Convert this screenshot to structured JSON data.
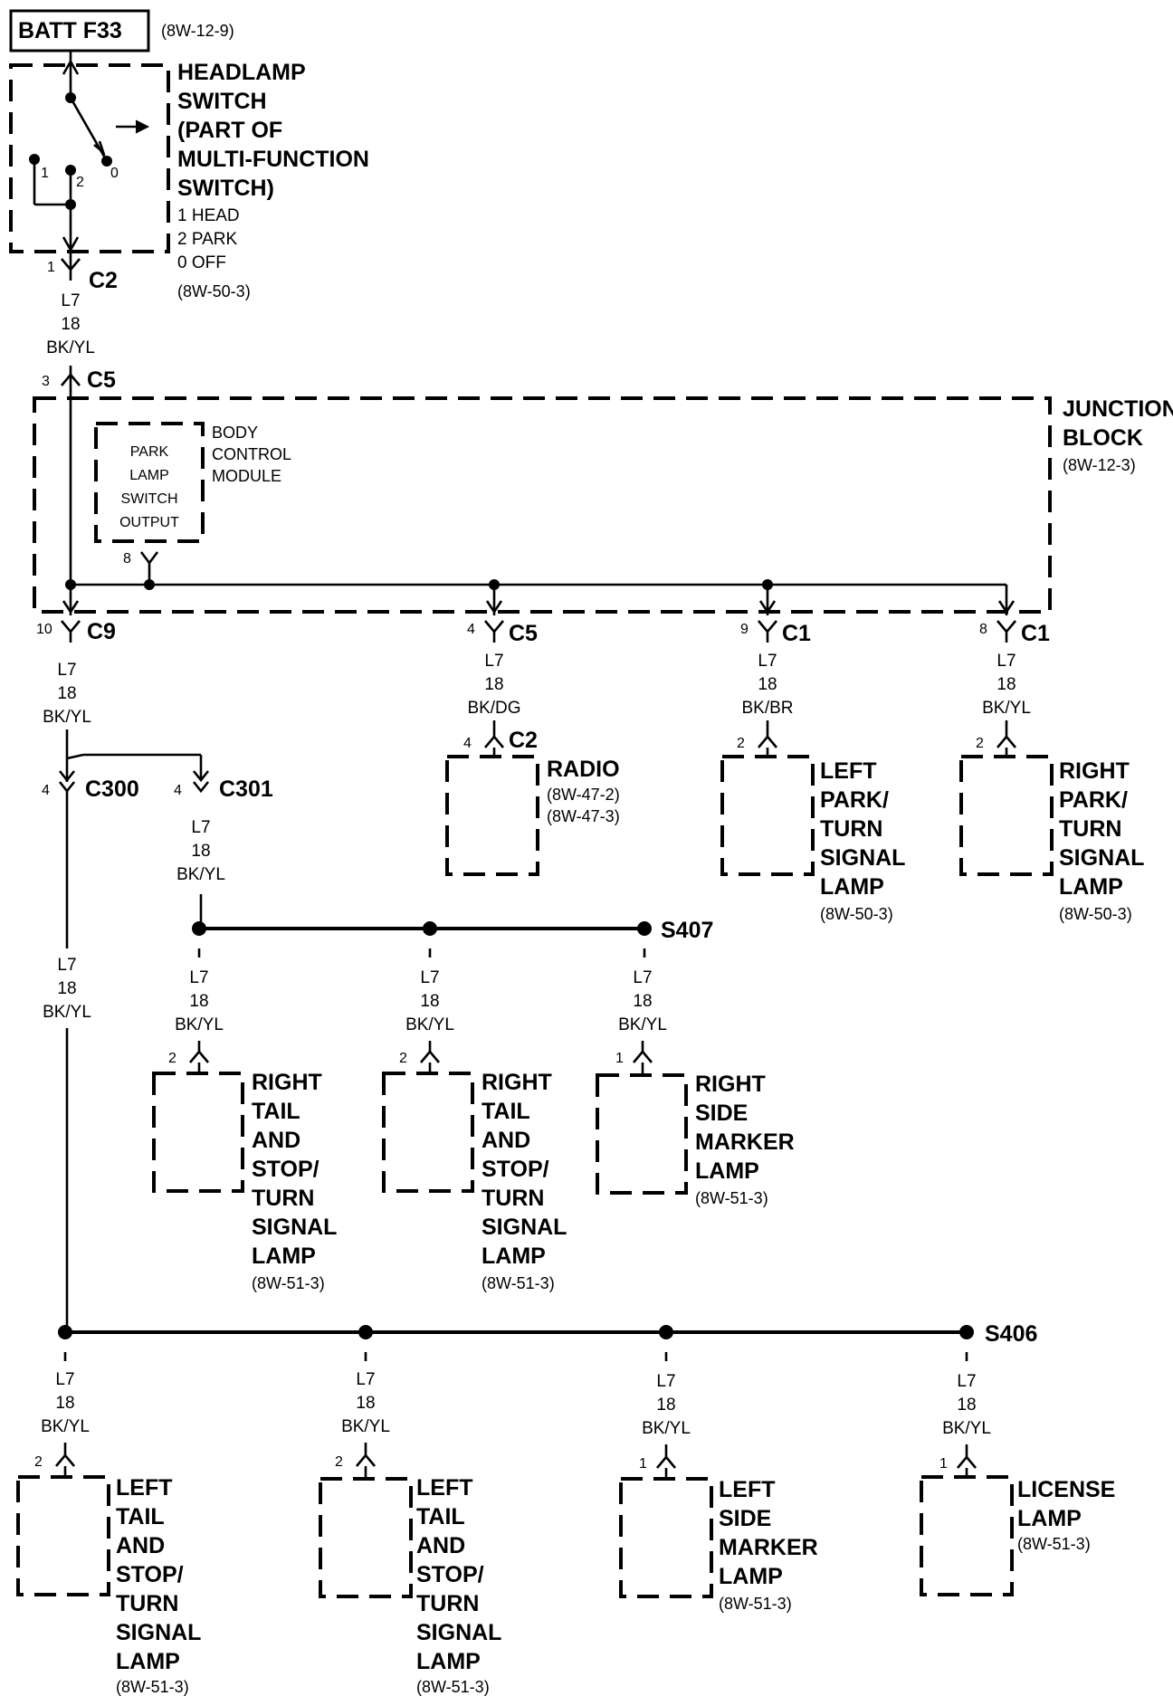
{
  "fuse": {
    "label": "BATT F33",
    "ref": "(8W-12-9)"
  },
  "headlamp_switch": {
    "title": [
      "HEADLAMP",
      "SWITCH",
      "(PART OF",
      "MULTI-FUNCTION",
      "SWITCH)"
    ],
    "positions": [
      "1 HEAD",
      "2 PARK",
      "0 OFF"
    ],
    "ref": "(8W-50-3)",
    "contact_labels": [
      "1",
      "2",
      "0"
    ]
  },
  "junction_block": {
    "title": [
      "JUNCTION",
      "BLOCK"
    ],
    "ref": "(8W-12-3)"
  },
  "bcm": {
    "inner": [
      "PARK",
      "LAMP",
      "SWITCH",
      "OUTPUT"
    ],
    "title": [
      "BODY",
      "CONTROL",
      "MODULE"
    ],
    "pin": "8"
  },
  "connectors": {
    "sw_c2": {
      "pin": "1",
      "name": "C2"
    },
    "jb_c5_in": {
      "pin": "3",
      "name": "C5"
    },
    "jb_c9": {
      "pin": "10",
      "name": "C9"
    },
    "jb_c5_out": {
      "pin": "4",
      "name": "C5"
    },
    "jb_c1_left": {
      "pin": "9",
      "name": "C1"
    },
    "jb_c1_right": {
      "pin": "8",
      "name": "C1"
    },
    "c300": {
      "pin": "4",
      "name": "C300"
    },
    "c301": {
      "pin": "4",
      "name": "C301"
    },
    "radio_c2": {
      "pin": "4",
      "name": "C2"
    }
  },
  "wires": {
    "sw_to_jb": {
      "circuit": "L7",
      "gauge": "18",
      "color": "BK/YL"
    },
    "jb_c9": {
      "circuit": "L7",
      "gauge": "18",
      "color": "BK/YL"
    },
    "jb_c5": {
      "circuit": "L7",
      "gauge": "18",
      "color": "BK/DG"
    },
    "jb_c1_left": {
      "circuit": "L7",
      "gauge": "18",
      "color": "BK/BR"
    },
    "jb_c1_right": {
      "circuit": "L7",
      "gauge": "18",
      "color": "BK/YL"
    },
    "c301_out": {
      "circuit": "L7",
      "gauge": "18",
      "color": "BK/YL"
    },
    "c300_out": {
      "circuit": "L7",
      "gauge": "18",
      "color": "BK/YL"
    }
  },
  "splices": {
    "s407": "S407",
    "s406": "S406"
  },
  "components": {
    "radio": {
      "name": [
        "RADIO"
      ],
      "refs": [
        "(8W-47-2)",
        "(8W-47-3)"
      ]
    },
    "left_park_turn": {
      "pin": "2",
      "name": [
        "LEFT",
        "PARK/",
        "TURN",
        "SIGNAL",
        "LAMP"
      ],
      "ref": "(8W-50-3)"
    },
    "right_park_turn": {
      "pin": "2",
      "name": [
        "RIGHT",
        "PARK/",
        "TURN",
        "SIGNAL",
        "LAMP"
      ],
      "ref": "(8W-50-3)"
    },
    "right_tail_1": {
      "pin": "2",
      "name": [
        "RIGHT",
        "TAIL",
        "AND",
        "STOP/",
        "TURN",
        "SIGNAL",
        "LAMP"
      ],
      "ref": "(8W-51-3)",
      "wire": {
        "circuit": "L7",
        "gauge": "18",
        "color": "BK/YL"
      }
    },
    "right_tail_2": {
      "pin": "2",
      "name": [
        "RIGHT",
        "TAIL",
        "AND",
        "STOP/",
        "TURN",
        "SIGNAL",
        "LAMP"
      ],
      "ref": "(8W-51-3)",
      "wire": {
        "circuit": "L7",
        "gauge": "18",
        "color": "BK/YL"
      }
    },
    "right_side_marker": {
      "pin": "1",
      "name": [
        "RIGHT",
        "SIDE",
        "MARKER",
        "LAMP"
      ],
      "ref": "(8W-51-3)",
      "wire": {
        "circuit": "L7",
        "gauge": "18",
        "color": "BK/YL"
      }
    },
    "left_tail_1": {
      "pin": "2",
      "name": [
        "LEFT",
        "TAIL",
        "AND",
        "STOP/",
        "TURN",
        "SIGNAL",
        "LAMP"
      ],
      "ref": "(8W-51-3)",
      "wire": {
        "circuit": "L7",
        "gauge": "18",
        "color": "BK/YL"
      }
    },
    "left_tail_2": {
      "pin": "2",
      "name": [
        "LEFT",
        "TAIL",
        "AND",
        "STOP/",
        "TURN",
        "SIGNAL",
        "LAMP"
      ],
      "ref": "(8W-51-3)",
      "wire": {
        "circuit": "L7",
        "gauge": "18",
        "color": "BK/YL"
      }
    },
    "left_side_marker": {
      "pin": "1",
      "name": [
        "LEFT",
        "SIDE",
        "MARKER",
        "LAMP"
      ],
      "ref": "(8W-51-3)",
      "wire": {
        "circuit": "L7",
        "gauge": "18",
        "color": "BK/YL"
      }
    },
    "license_lamp": {
      "pin": "1",
      "name": [
        "LICENSE",
        "LAMP"
      ],
      "ref": "(8W-51-3)",
      "wire": {
        "circuit": "L7",
        "gauge": "18",
        "color": "BK/YL"
      }
    }
  }
}
